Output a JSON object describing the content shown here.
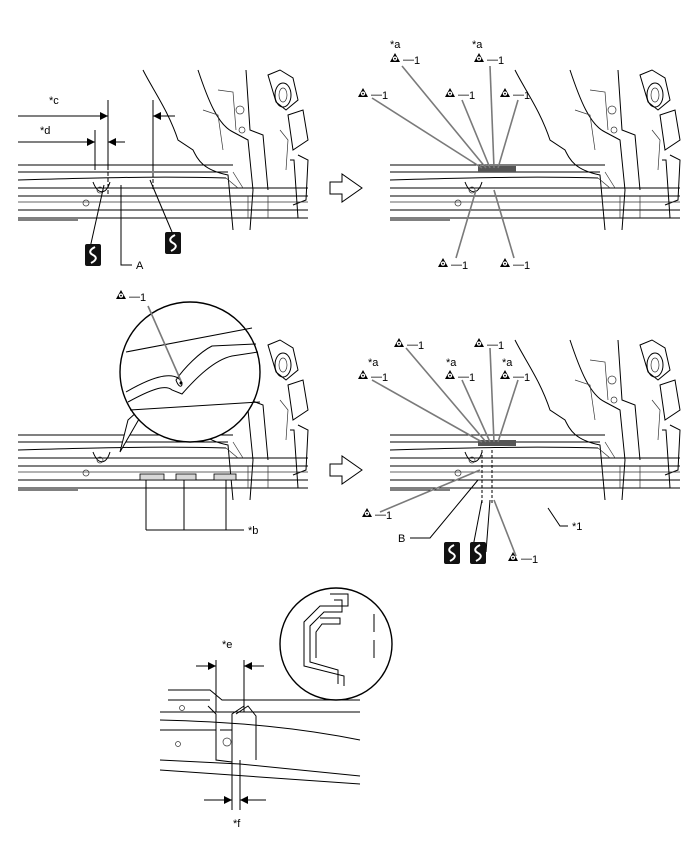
{
  "labels": {
    "c": "*c",
    "d": "*d",
    "A": "A",
    "a": "*a",
    "b": "*b",
    "B": "B",
    "one": "*1",
    "e": "*e",
    "f": "*f",
    "weld": "1"
  },
  "icons": {
    "weld_symbol": "spot-weld-triangle-icon",
    "cut_symbol": "saw-cut-icon",
    "arrow": "next-step-arrow-icon"
  }
}
